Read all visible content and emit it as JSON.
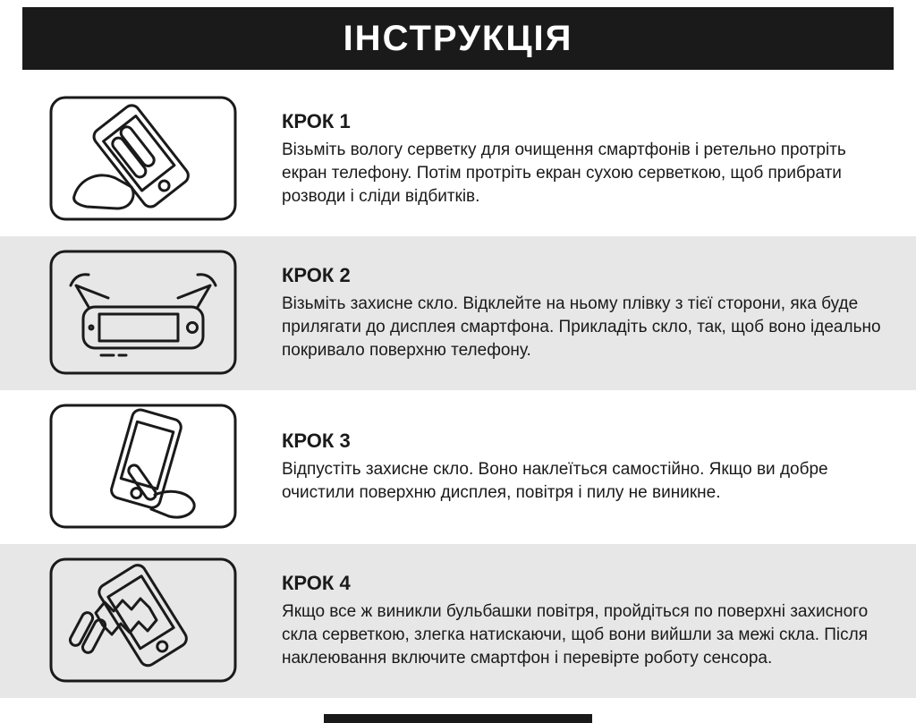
{
  "header": {
    "title": "ІНСТРУКЦІЯ"
  },
  "steps": [
    {
      "label": "КРОК 1",
      "text": "Візьміть вологу серветку для очищення смартфонів і ретельно протріть екран телефону. Потім протріть екран сухою серветкою, щоб прибрати розводи і сліди відбитків.",
      "icon": "hand-wiping-phone-icon"
    },
    {
      "label": "КРОК 2",
      "text": "Візьміть захисне скло. Відклейте на ньому плівку з тієї сторони, яка буде прилягати до дисплея смартфона. Прикладіть скло, так, щоб воно ідеально покривало поверхню телефону.",
      "icon": "peeling-film-from-glass-icon"
    },
    {
      "label": "КРОК 3",
      "text": "Відпустіть захисне скло. Воно наклеїться самостійно. Якщо ви добре очистили поверхню дисплея, повітря і пилу не виникне.",
      "icon": "finger-pressing-phone-icon"
    },
    {
      "label": "КРОК 4",
      "text": "Якщо все ж виникли бульбашки повітря, пройдіться по поверхні захисного скла серветкою, злегка натискаючи, щоб вони вийшли за межі скла. Після наклеювання включите смартфон і перевірте роботу сенсора.",
      "icon": "cloth-smoothing-phone-icon"
    }
  ],
  "colors": {
    "header_bg": "#1a1a1a",
    "band_gray": "#e7e7e7",
    "text": "#1a1a1a"
  }
}
